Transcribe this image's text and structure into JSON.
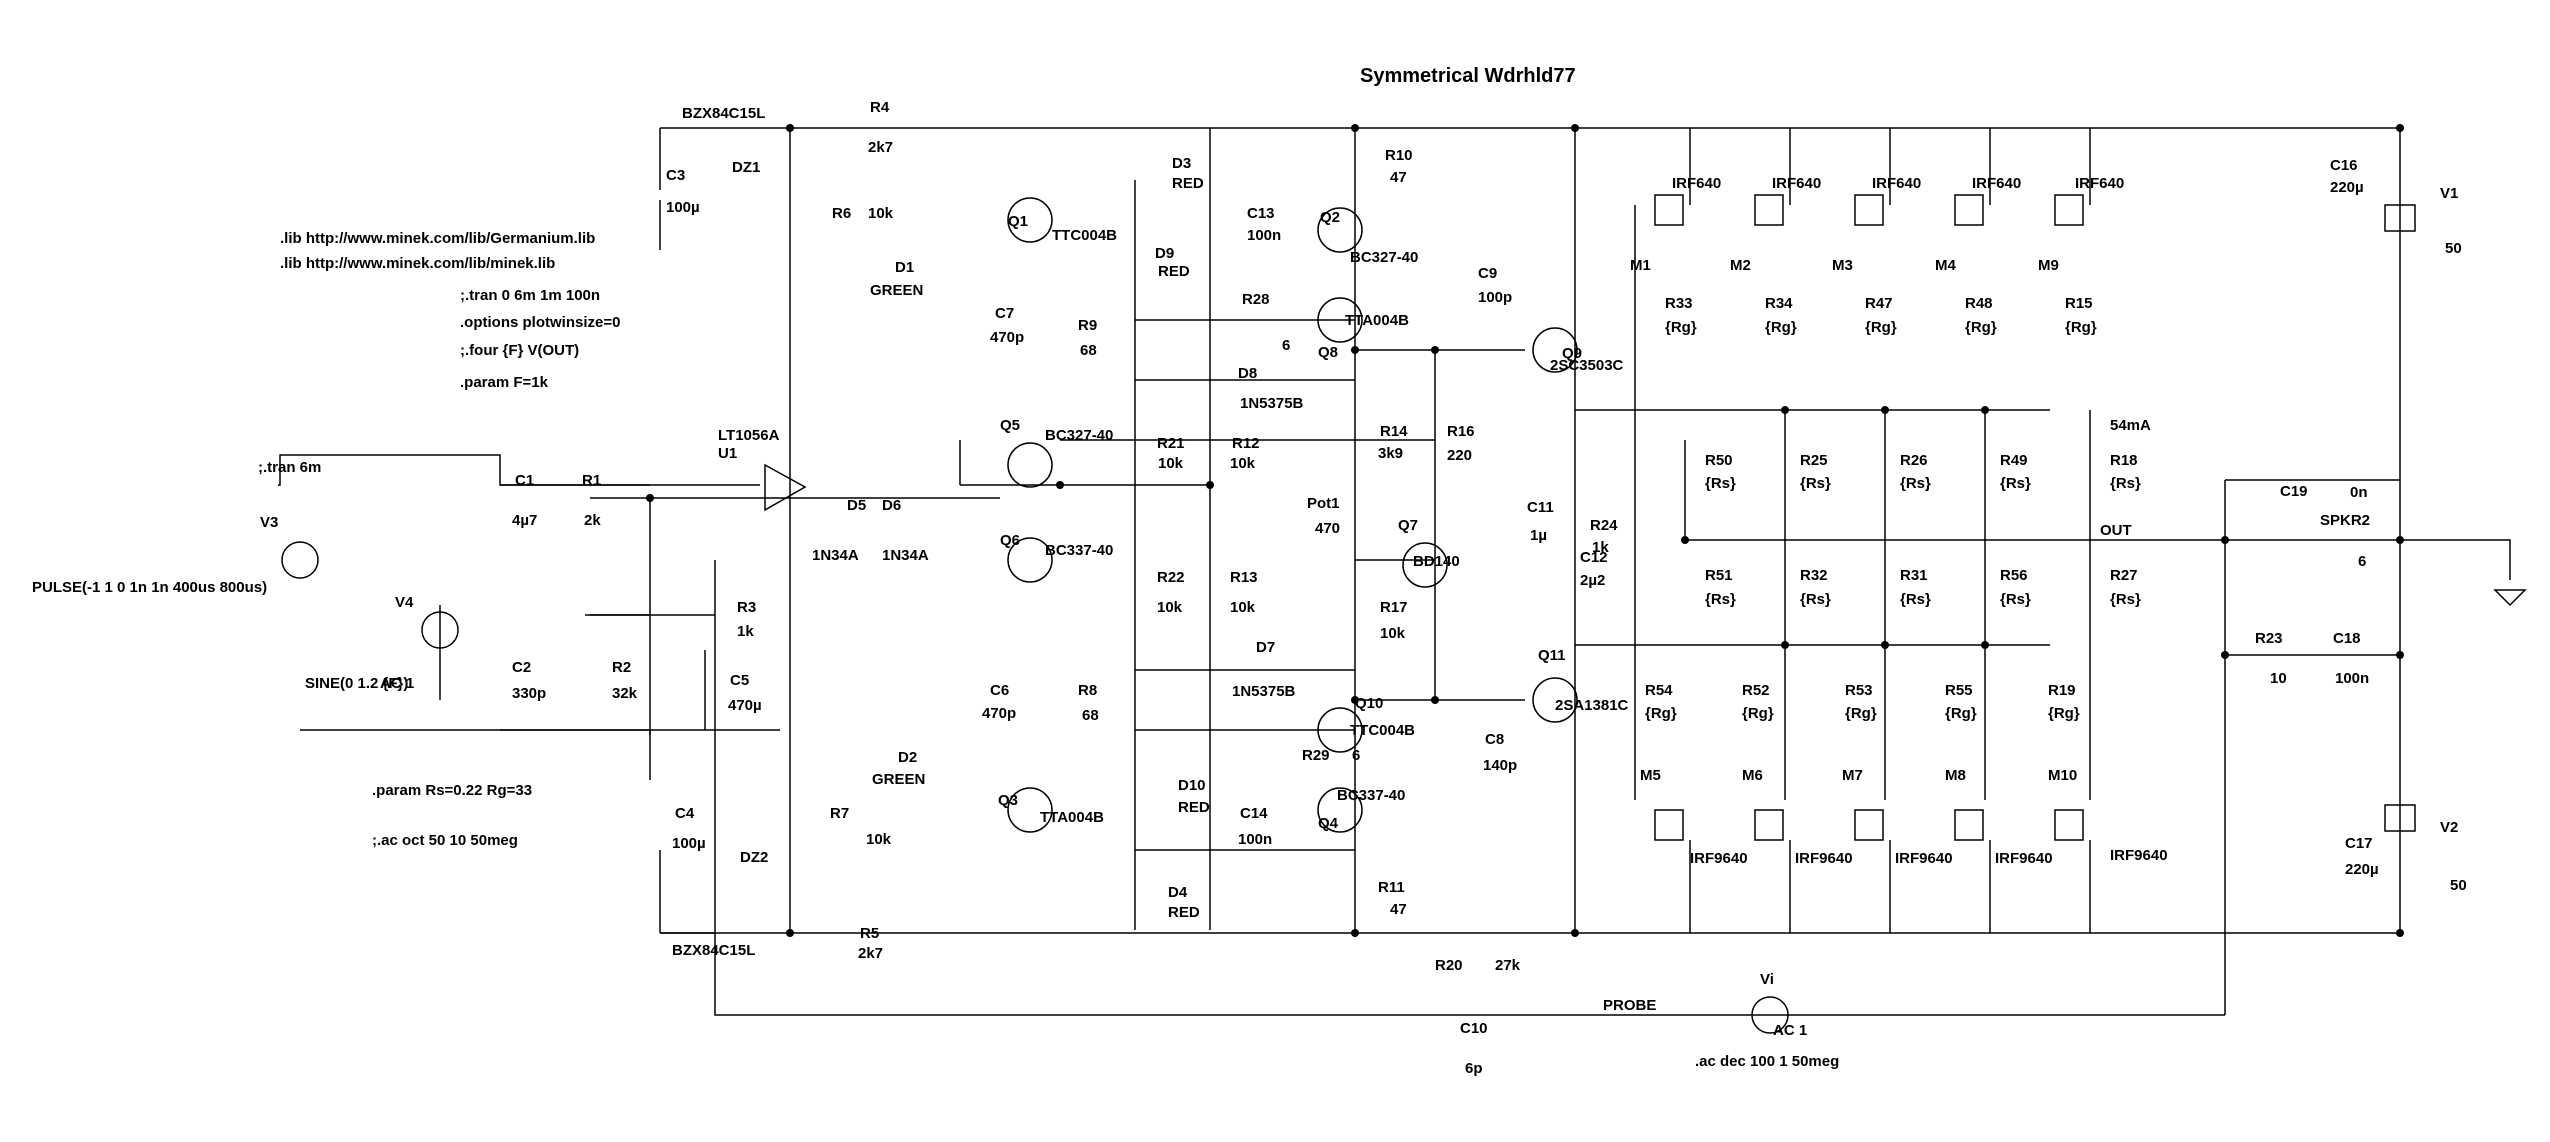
{
  "title": "Symmetrical Wdrhld77",
  "directives": [
    ".lib http://www.minek.com/lib/Germanium.lib",
    ".lib http://www.minek.com/lib/minek.lib",
    ";.tran 0 6m 1m 100n",
    ".options plotwinsize=0",
    ";.four {F} V(OUT)",
    ".param F=1k",
    ";.tran 6m",
    ".param Rs=0.22 Rg=33",
    ";.ac oct 50 10 50meg",
    ".ac dec 100 1 50meg"
  ],
  "labels": [
    {
      "text": "BZX84C15L"
    },
    {
      "text": "R4"
    },
    {
      "text": "2k7"
    },
    {
      "text": "C3"
    },
    {
      "text": "100µ"
    },
    {
      "text": "DZ1"
    },
    {
      "text": "R6"
    },
    {
      "text": "10k"
    },
    {
      "text": "D1"
    },
    {
      "text": "GREEN"
    },
    {
      "text": "D3"
    },
    {
      "text": "RED"
    },
    {
      "text": "Q1"
    },
    {
      "text": "TTC004B"
    },
    {
      "text": "D9"
    },
    {
      "text": "RED"
    },
    {
      "text": "C13"
    },
    {
      "text": "100n"
    },
    {
      "text": "Q2"
    },
    {
      "text": "BC327-40"
    },
    {
      "text": "R10"
    },
    {
      "text": "47"
    },
    {
      "text": "C7"
    },
    {
      "text": "470p"
    },
    {
      "text": "R9"
    },
    {
      "text": "68"
    },
    {
      "text": "R28"
    },
    {
      "text": "6"
    },
    {
      "text": "TTA004B"
    },
    {
      "text": "Q8"
    },
    {
      "text": "D8"
    },
    {
      "text": "1N5375B"
    },
    {
      "text": "Q5"
    },
    {
      "text": "BC327-40"
    },
    {
      "text": "R21"
    },
    {
      "text": "10k"
    },
    {
      "text": "R12"
    },
    {
      "text": "10k"
    },
    {
      "text": "R14"
    },
    {
      "text": "3k9"
    },
    {
      "text": "R16"
    },
    {
      "text": "220"
    },
    {
      "text": "LT1056A"
    },
    {
      "text": "U1"
    },
    {
      "text": "C1"
    },
    {
      "text": "4µ7"
    },
    {
      "text": "R1"
    },
    {
      "text": "2k"
    },
    {
      "text": "V3"
    },
    {
      "text": "PULSE(-1 1 0 1n 1n 400us 800us)"
    },
    {
      "text": "D5"
    },
    {
      "text": "D6"
    },
    {
      "text": "1N34A"
    },
    {
      "text": "1N34A"
    },
    {
      "text": "Q6"
    },
    {
      "text": "BC337-40"
    },
    {
      "text": "Pot1"
    },
    {
      "text": "470"
    },
    {
      "text": "Q7"
    },
    {
      "text": "BD140"
    },
    {
      "text": "V4"
    },
    {
      "text": "SINE(0 1.2 {F})"
    },
    {
      "text": "AC 1"
    },
    {
      "text": "R3"
    },
    {
      "text": "1k"
    },
    {
      "text": "C2"
    },
    {
      "text": "330p"
    },
    {
      "text": "R2"
    },
    {
      "text": "32k"
    },
    {
      "text": "C5"
    },
    {
      "text": "470µ"
    },
    {
      "text": "R22"
    },
    {
      "text": "10k"
    },
    {
      "text": "R13"
    },
    {
      "text": "10k"
    },
    {
      "text": "R17"
    },
    {
      "text": "10k"
    },
    {
      "text": "D7"
    },
    {
      "text": "1N5375B"
    },
    {
      "text": "C6"
    },
    {
      "text": "470p"
    },
    {
      "text": "R8"
    },
    {
      "text": "68"
    },
    {
      "text": "Q10"
    },
    {
      "text": "TTC004B"
    },
    {
      "text": "R29"
    },
    {
      "text": "6"
    },
    {
      "text": "D2"
    },
    {
      "text": "GREEN"
    },
    {
      "text": "D10"
    },
    {
      "text": "RED"
    },
    {
      "text": "BC337-40"
    },
    {
      "text": "Q4"
    },
    {
      "text": "R7"
    },
    {
      "text": "10k"
    },
    {
      "text": "Q3"
    },
    {
      "text": "TTA004B"
    },
    {
      "text": "C14"
    },
    {
      "text": "100n"
    },
    {
      "text": "C4"
    },
    {
      "text": "100µ"
    },
    {
      "text": "DZ2"
    },
    {
      "text": "D4"
    },
    {
      "text": "RED"
    },
    {
      "text": "R11"
    },
    {
      "text": "47"
    },
    {
      "text": "R5"
    },
    {
      "text": "2k7"
    },
    {
      "text": "BZX84C15L"
    },
    {
      "text": "C9"
    },
    {
      "text": "100p"
    },
    {
      "text": "2SC3503C"
    },
    {
      "text": "Q9"
    },
    {
      "text": "C11"
    },
    {
      "text": "1µ"
    },
    {
      "text": "R24"
    },
    {
      "text": "1k"
    },
    {
      "text": "C12"
    },
    {
      "text": "2µ2"
    },
    {
      "text": "Q11"
    },
    {
      "text": "2SA1381C"
    },
    {
      "text": "C8"
    },
    {
      "text": "140p"
    },
    {
      "text": "IRF640"
    },
    {
      "text": "IRF640"
    },
    {
      "text": "IRF640"
    },
    {
      "text": "IRF640"
    },
    {
      "text": "IRF640"
    },
    {
      "text": "M1"
    },
    {
      "text": "M2"
    },
    {
      "text": "M3"
    },
    {
      "text": "M4"
    },
    {
      "text": "M9"
    },
    {
      "text": "R33"
    },
    {
      "text": "{Rg}"
    },
    {
      "text": "R34"
    },
    {
      "text": "{Rg}"
    },
    {
      "text": "R47"
    },
    {
      "text": "{Rg}"
    },
    {
      "text": "R48"
    },
    {
      "text": "{Rg}"
    },
    {
      "text": "R15"
    },
    {
      "text": "{Rg}"
    },
    {
      "text": "54mA"
    },
    {
      "text": "R50"
    },
    {
      "text": "{Rs}"
    },
    {
      "text": "R25"
    },
    {
      "text": "{Rs}"
    },
    {
      "text": "R26"
    },
    {
      "text": "{Rs}"
    },
    {
      "text": "R49"
    },
    {
      "text": "{Rs}"
    },
    {
      "text": "R18"
    },
    {
      "text": "{Rs}"
    },
    {
      "text": "R51"
    },
    {
      "text": "{Rs}"
    },
    {
      "text": "R32"
    },
    {
      "text": "{Rs}"
    },
    {
      "text": "R31"
    },
    {
      "text": "{Rs}"
    },
    {
      "text": "R56"
    },
    {
      "text": "{Rs}"
    },
    {
      "text": "R27"
    },
    {
      "text": "{Rs}"
    },
    {
      "text": "OUT"
    },
    {
      "text": "R54"
    },
    {
      "text": "{Rg}"
    },
    {
      "text": "R52"
    },
    {
      "text": "{Rg}"
    },
    {
      "text": "R53"
    },
    {
      "text": "{Rg}"
    },
    {
      "text": "R55"
    },
    {
      "text": "{Rg}"
    },
    {
      "text": "R19"
    },
    {
      "text": "{Rg}"
    },
    {
      "text": "M5"
    },
    {
      "text": "M6"
    },
    {
      "text": "M7"
    },
    {
      "text": "M8"
    },
    {
      "text": "M10"
    },
    {
      "text": "IRF9640"
    },
    {
      "text": "IRF9640"
    },
    {
      "text": "IRF9640"
    },
    {
      "text": "IRF9640"
    },
    {
      "text": "IRF9640"
    },
    {
      "text": "C16"
    },
    {
      "text": "220µ"
    },
    {
      "text": "V1"
    },
    {
      "text": "50"
    },
    {
      "text": "C19"
    },
    {
      "text": "0n"
    },
    {
      "text": "SPKR2"
    },
    {
      "text": "6"
    },
    {
      "text": "R23"
    },
    {
      "text": "10"
    },
    {
      "text": "C18"
    },
    {
      "text": "100n"
    },
    {
      "text": "C17"
    },
    {
      "text": "220µ"
    },
    {
      "text": "V2"
    },
    {
      "text": "50"
    },
    {
      "text": "R20"
    },
    {
      "text": "27k"
    },
    {
      "text": "C10"
    },
    {
      "text": "6p"
    },
    {
      "text": "PROBE"
    },
    {
      "text": "Vi"
    },
    {
      "text": "AC 1"
    }
  ]
}
